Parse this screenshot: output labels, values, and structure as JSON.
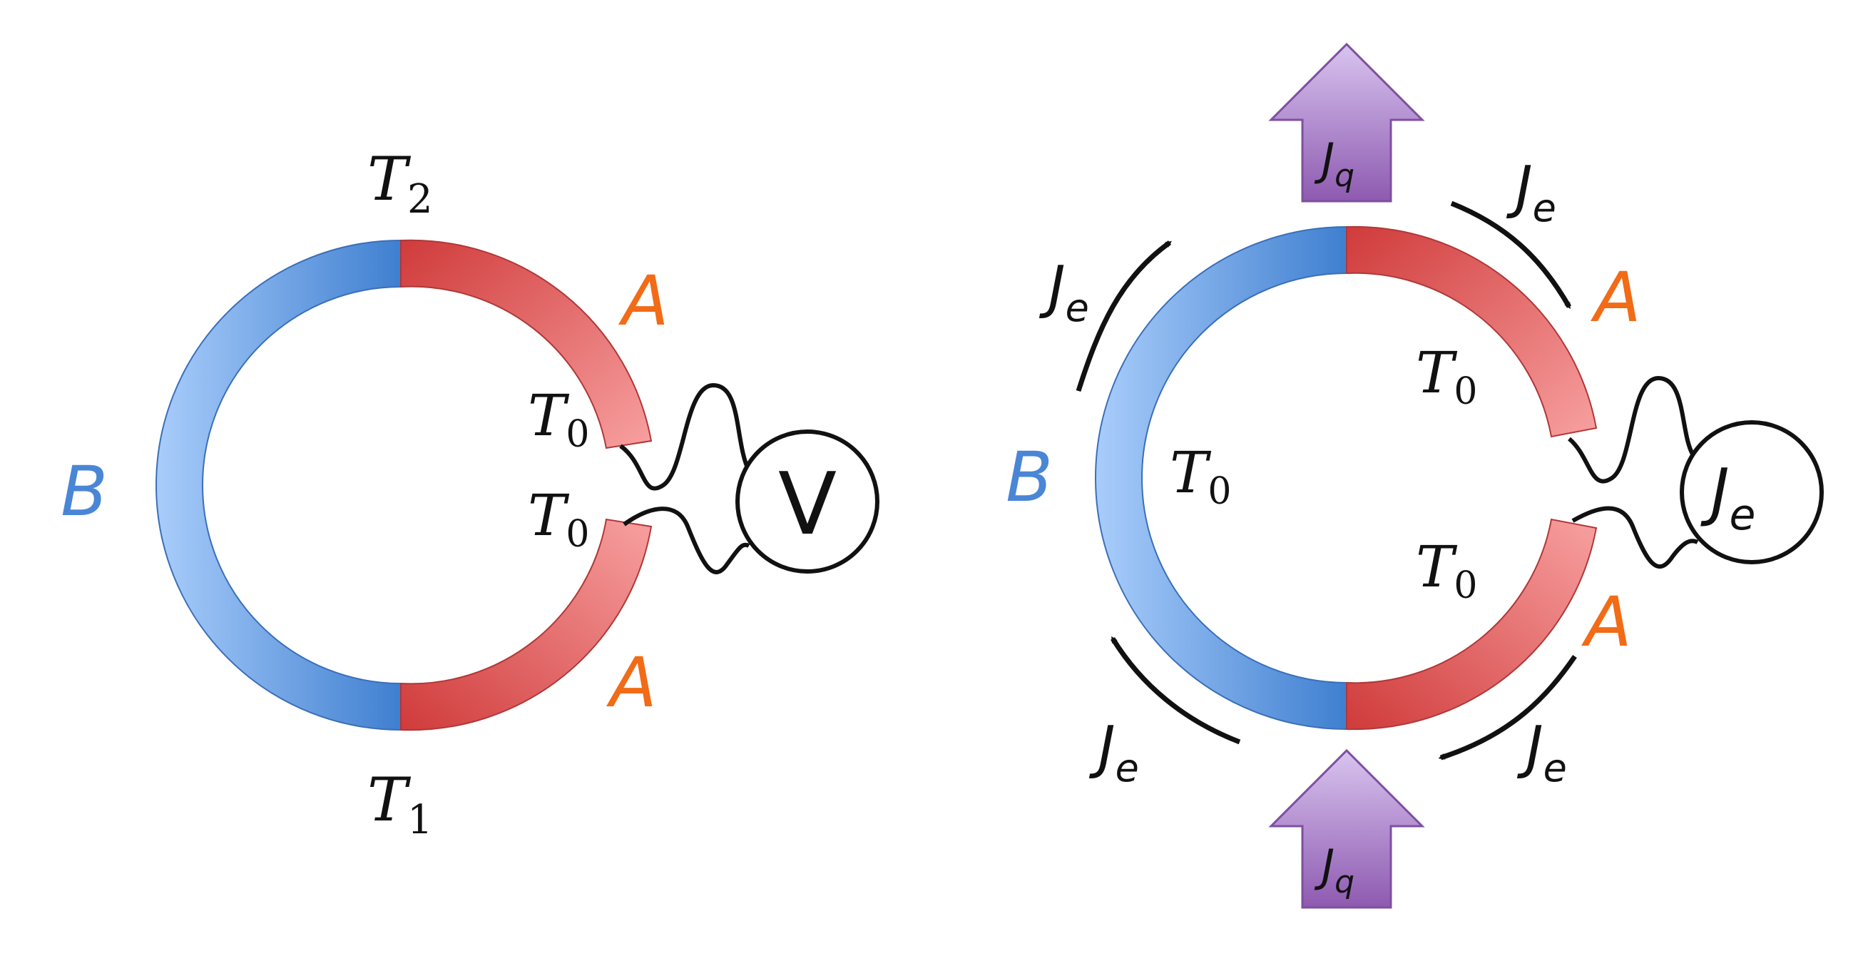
{
  "colors": {
    "blue_dark": "#3f7fd0",
    "blue_light": "#a9cdfb",
    "red_dark": "#d03b3b",
    "red_light": "#f8a0a0",
    "label_blue": "#4a86d6",
    "label_orange": "#f26b17",
    "arrow_purple_dark": "#8e5ab0",
    "arrow_purple_light": "#d8c4ef"
  },
  "left": {
    "material_b": "B",
    "material_a_top": "A",
    "material_a_bottom": "A",
    "temp_top": {
      "base": "T",
      "sub": "2"
    },
    "temp_bottom": {
      "base": "T",
      "sub": "1"
    },
    "temp_junction_upper": {
      "base": "T",
      "sub": "0"
    },
    "temp_junction_lower": {
      "base": "T",
      "sub": "0"
    },
    "meter_symbol": "V"
  },
  "right": {
    "material_b": "B",
    "material_a_top": "A",
    "material_a_bottom": "A",
    "temp_inner_b": {
      "base": "T",
      "sub": "0"
    },
    "temp_inner_a_top": {
      "base": "T",
      "sub": "0"
    },
    "temp_inner_a_bottom": {
      "base": "T",
      "sub": "0"
    },
    "heat_top": {
      "base": "J",
      "sub": "q"
    },
    "heat_bottom": {
      "base": "J",
      "sub": "q"
    },
    "current_top_left": {
      "base": "J",
      "sub": "e"
    },
    "current_top_right": {
      "base": "J",
      "sub": "e"
    },
    "current_bottom_left": {
      "base": "J",
      "sub": "e"
    },
    "current_bottom_right": {
      "base": "J",
      "sub": "e"
    },
    "meter_symbol": {
      "base": "J",
      "sub": "e"
    }
  }
}
